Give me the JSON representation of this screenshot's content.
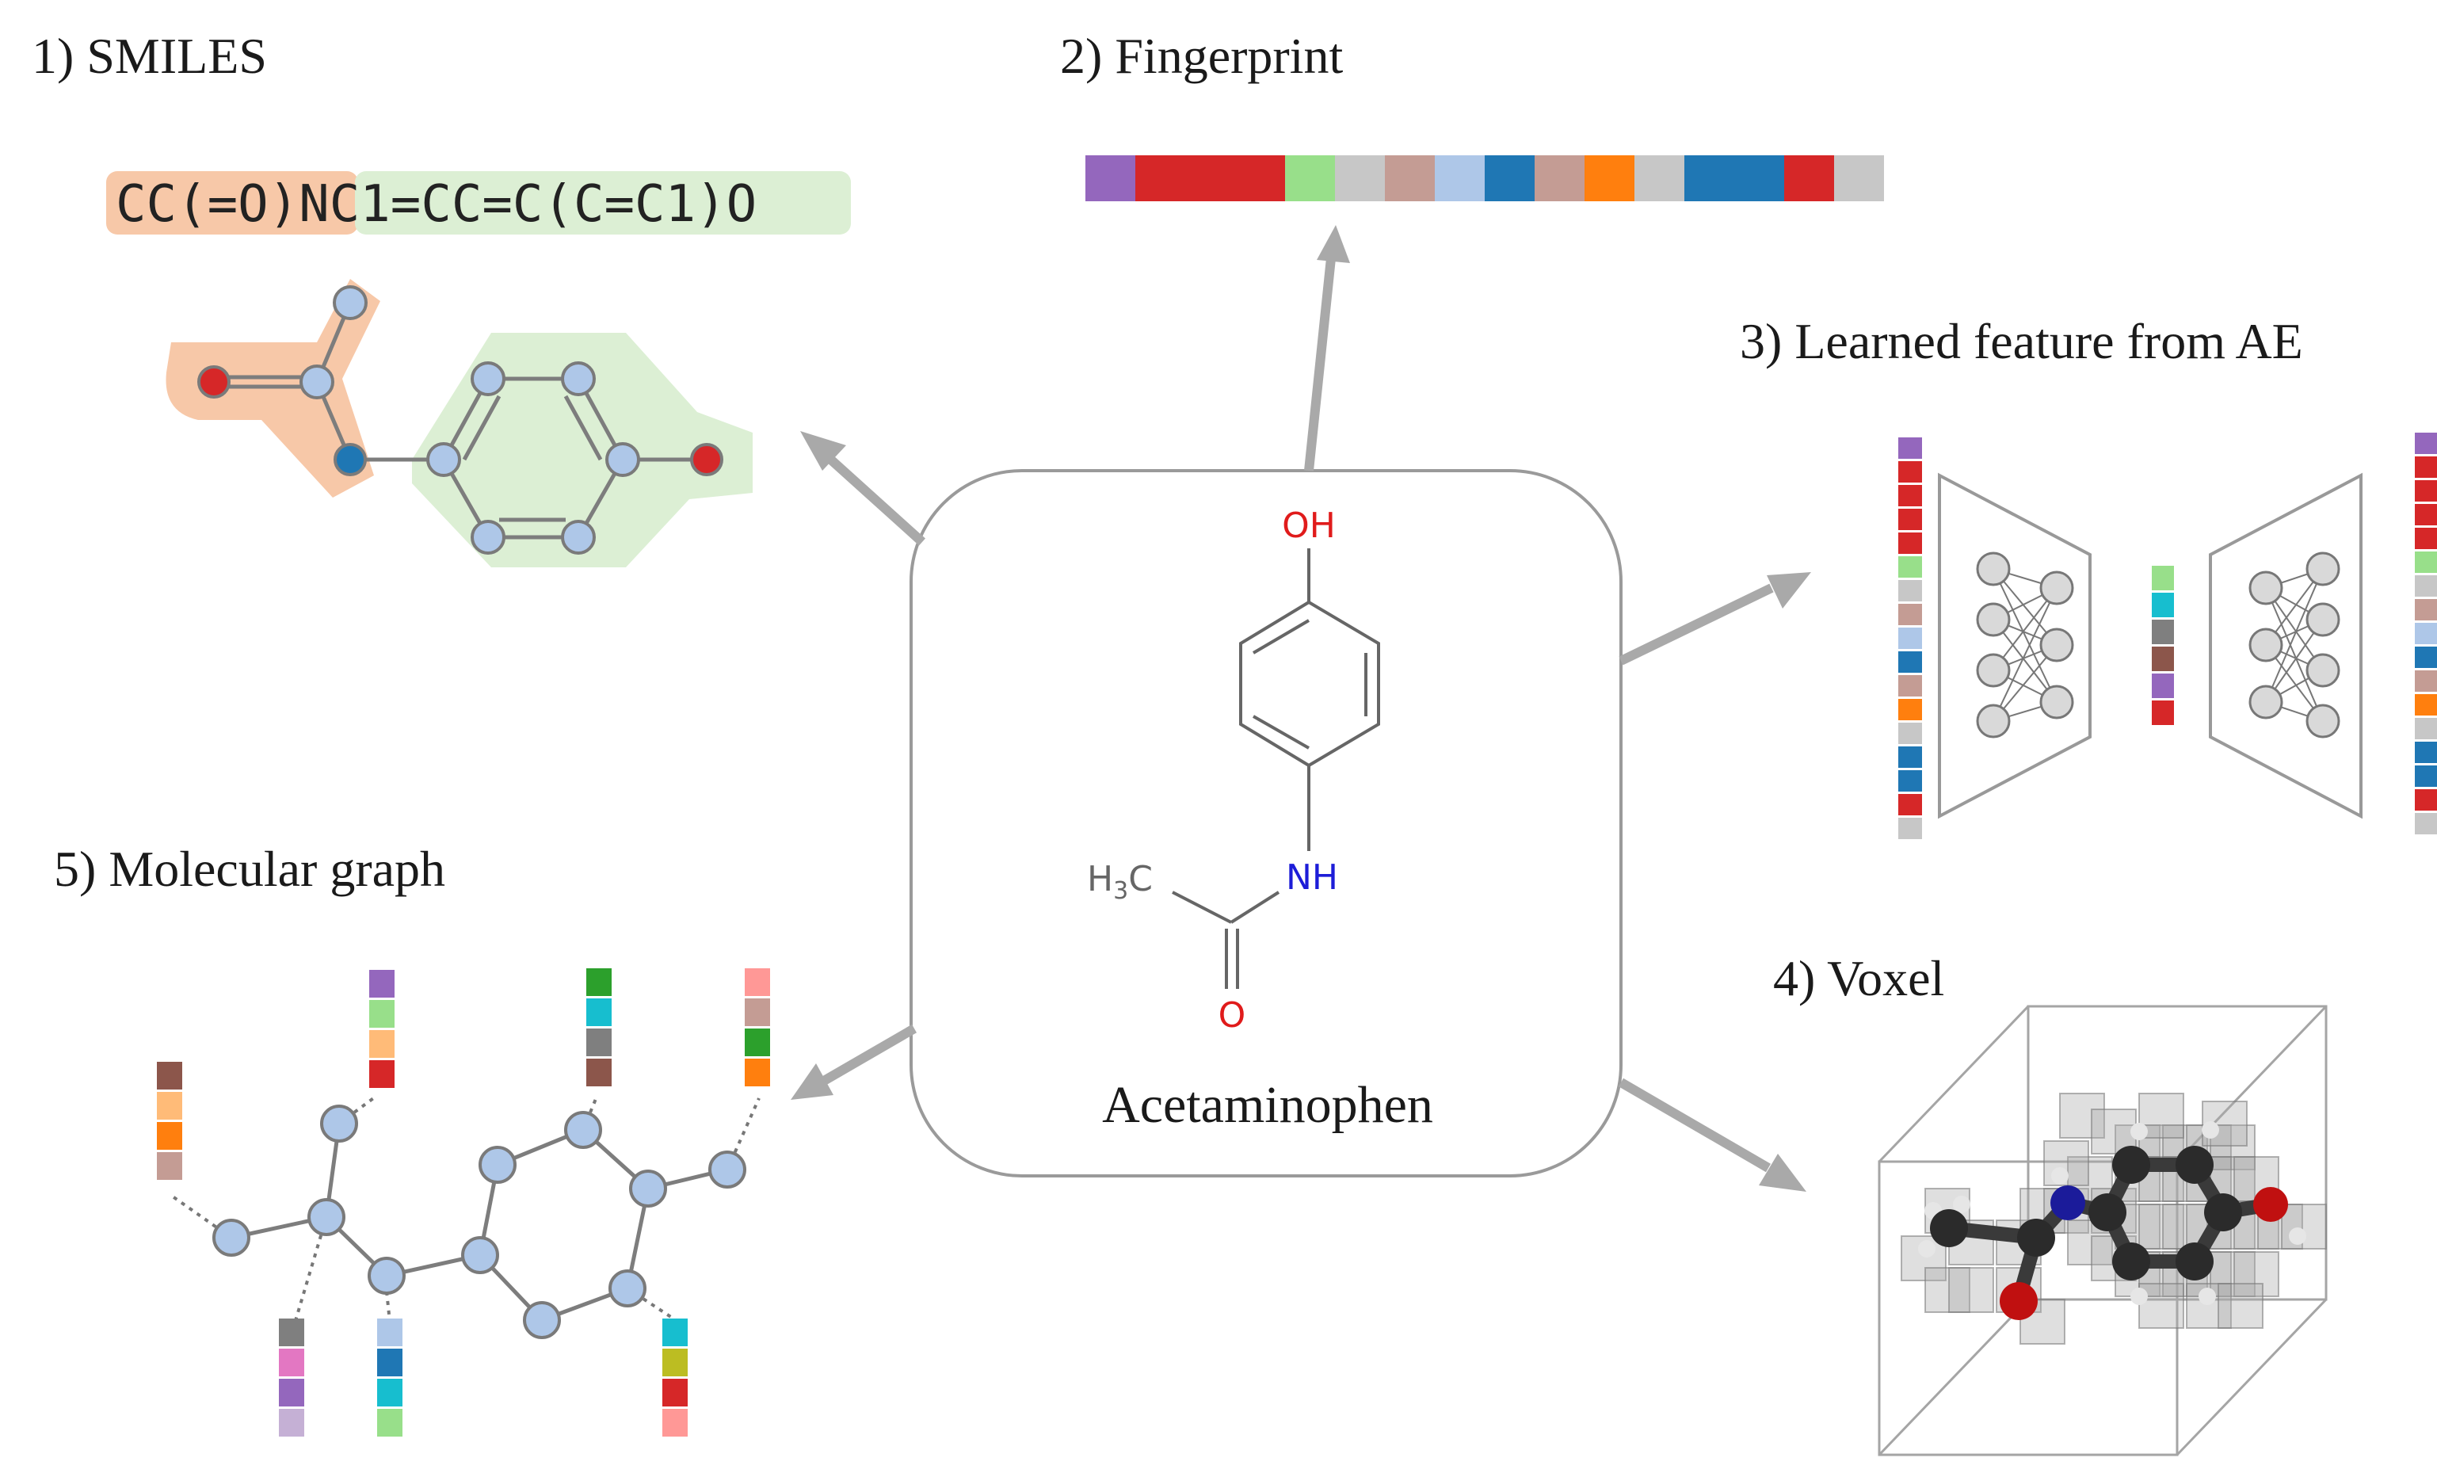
{
  "center": {
    "name": "Acetaminophen",
    "atoms": {
      "oh": "OH",
      "nh": "NH",
      "o": "O",
      "h3c_h": "H",
      "h3c_sub": "3",
      "h3c_c": "C"
    }
  },
  "panels": {
    "smiles": {
      "title": "1) SMILES",
      "string_part1": "CC(=O)N",
      "string_part2": "C1=CC=C(C=C1)O"
    },
    "fingerprint": {
      "title": "2) Fingerprint",
      "bits": [
        "#9467bd",
        "#d62728",
        "#d62728",
        "#d62728",
        "#98df8a",
        "#c7c7c7",
        "#c49c94",
        "#aec7e8",
        "#1f77b4",
        "#c49c94",
        "#ff7f0e",
        "#c7c7c7",
        "#1f77b4",
        "#1f77b4",
        "#d62728",
        "#c7c7c7"
      ]
    },
    "autoencoder": {
      "title": "3) Learned feature from AE",
      "input_bits": [
        "#9467bd",
        "#d62728",
        "#d62728",
        "#d62728",
        "#d62728",
        "#98df8a",
        "#c7c7c7",
        "#c49c94",
        "#aec7e8",
        "#1f77b4",
        "#c49c94",
        "#ff7f0e",
        "#c7c7c7",
        "#1f77b4",
        "#1f77b4",
        "#d62728",
        "#c7c7c7"
      ],
      "latent_bits": [
        "#98df8a",
        "#17becf",
        "#7f7f7f",
        "#8c564b",
        "#9467bd",
        "#d62728"
      ],
      "output_bits": [
        "#9467bd",
        "#d62728",
        "#d62728",
        "#d62728",
        "#d62728",
        "#98df8a",
        "#c7c7c7",
        "#c49c94",
        "#aec7e8",
        "#1f77b4",
        "#c49c94",
        "#ff7f0e",
        "#c7c7c7",
        "#1f77b4",
        "#1f77b4",
        "#d62728",
        "#c7c7c7"
      ]
    },
    "voxel": {
      "title": "4) Voxel"
    },
    "graph": {
      "title": "5) Molecular graph",
      "feature_stacks": [
        [
          "#8c564b",
          "#ffbb78",
          "#ff7f0e",
          "#c49c94"
        ],
        [
          "#9467bd",
          "#98df8a",
          "#ffbb78",
          "#d62728"
        ],
        [
          "#2ca02c",
          "#17becf",
          "#7f7f7f",
          "#8c564b"
        ],
        [
          "#ff9896",
          "#c49c94",
          "#2ca02c",
          "#ff7f0e"
        ],
        [
          "#7f7f7f",
          "#e377c2",
          "#9467bd",
          "#c5b0d5"
        ],
        [
          "#aec7e8",
          "#1f77b4",
          "#17becf",
          "#98df8a"
        ],
        [
          "#17becf",
          "#bcbd22",
          "#d62728",
          "#ff9896"
        ]
      ]
    }
  },
  "colors": {
    "smiles_highlight_a": "#f7c8a8",
    "smiles_highlight_b": "#dcefd4",
    "node_fill": "#aec7e8",
    "oxygen": "#d62728",
    "nitrogen": "#1f77b4",
    "arrow": "#a9a9a9",
    "hetero_o": "#e01b1b",
    "hetero_n": "#1d1dd8"
  }
}
